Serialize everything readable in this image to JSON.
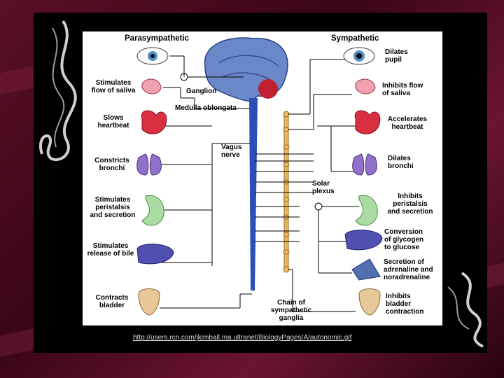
{
  "figure": {
    "title_left": "Parasympathetic",
    "title_right": "Sympathetic",
    "para_labels": {
      "saliva": "Stimulates\nflow of saliva",
      "heart": "Slows\nheartbeat",
      "bronchi": "Constricts\nbronchi",
      "peristalsis": "Stimulates\nperistalsis\nand secretion",
      "bile": "Stimulates\nrelease of bile",
      "bladder": "Contracts\nbladder"
    },
    "symp_labels": {
      "pupil": "Dilates\npupil",
      "saliva": "Inhibits flow\nof saliva",
      "heart": "Accelerates\nheartbeat",
      "bronchi": "Dilates\nbronchi",
      "peristalsis": "Inhibits\nperistalsis\nand secretion",
      "glycogen": "Conversion\nof glycogen\nto glucose",
      "adrenaline": "Secretion of\nadrenaline and\nnoradrenaline",
      "bladder": "Inhibits\nbladder\ncontraction"
    },
    "structures": {
      "ganglion": "Ganglion",
      "medulla": "Medulla oblongata",
      "vagus": "Vagus\nnerve",
      "solar": "Solar\nplexus",
      "chain": "Chain of\nsympathetic\nganglia"
    }
  },
  "source_url": "http://users.rcn.com/jkimball.ma.ultranet/BiologyPages/A/autonomic.gif",
  "colors": {
    "nerve": "#2a4fb8",
    "chain": "#e8b860",
    "brain": "#6a88c8",
    "organ_red": "#d83040",
    "lung": "#9070c8",
    "stomach": "#a8dca0",
    "liver": "#5050b0",
    "bladder": "#e8c898"
  }
}
